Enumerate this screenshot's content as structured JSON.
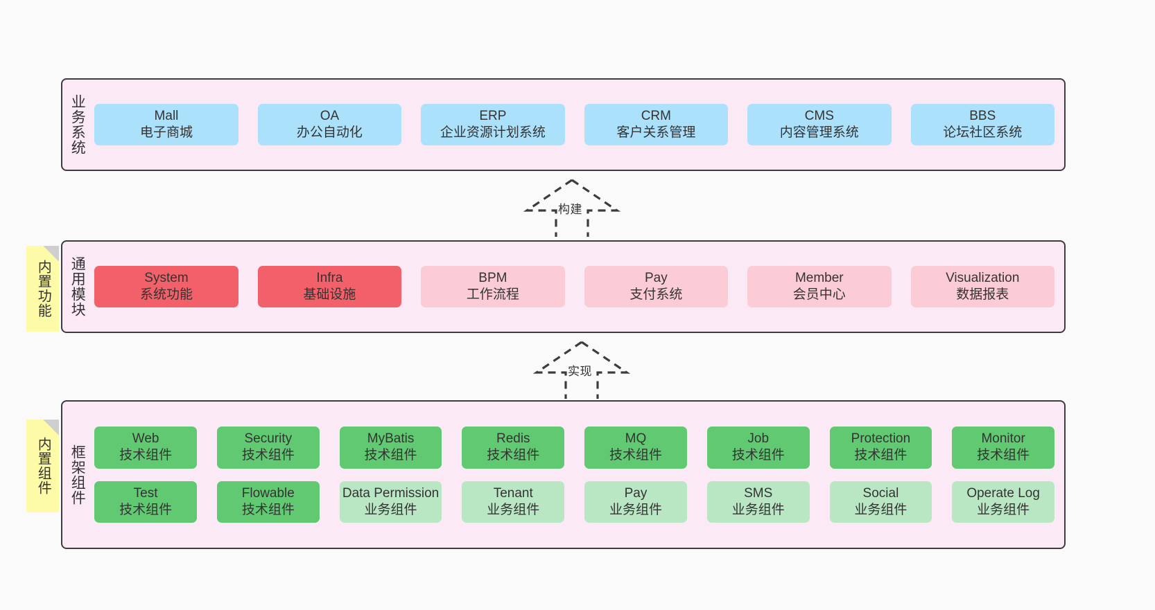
{
  "meta": {
    "title": "分层架构图",
    "colors": {
      "panel_bg": "#fbeaf5",
      "panel_border": "#3c3c3c",
      "blue": "#ace1fb",
      "red": "#f2606a",
      "pink": "#fcccd6",
      "green": "#61c971",
      "light_green": "#b9e7c4",
      "note_yellow": "#fdfaa8",
      "note_fold": "#cfcfcf",
      "canvas_bg": "#fafafa",
      "text": "#333333"
    }
  },
  "layers": {
    "business": {
      "title": "业务系统",
      "cards": [
        {
          "en": "Mall",
          "cn": "电子商城"
        },
        {
          "en": "OA",
          "cn": "办公自动化"
        },
        {
          "en": "ERP",
          "cn": "企业资源计划系统"
        },
        {
          "en": "CRM",
          "cn": "客户关系管理"
        },
        {
          "en": "CMS",
          "cn": "内容管理系统"
        },
        {
          "en": "BBS",
          "cn": "论坛社区系统"
        }
      ]
    },
    "common": {
      "title": "通用模块",
      "note": "内置功能",
      "cards": [
        {
          "en": "System",
          "cn": "系统功能",
          "style": "red"
        },
        {
          "en": "Infra",
          "cn": "基础设施",
          "style": "red"
        },
        {
          "en": "BPM",
          "cn": "工作流程",
          "style": "pink"
        },
        {
          "en": "Pay",
          "cn": "支付系统",
          "style": "pink"
        },
        {
          "en": "Member",
          "cn": "会员中心",
          "style": "pink"
        },
        {
          "en": "Visualization",
          "cn": "数据报表",
          "style": "pink"
        }
      ]
    },
    "framework": {
      "title": "框架组件",
      "note": "内置组件",
      "row1": [
        {
          "en": "Web",
          "cn": "技术组件"
        },
        {
          "en": "Security",
          "cn": "技术组件"
        },
        {
          "en": "MyBatis",
          "cn": "技术组件"
        },
        {
          "en": "Redis",
          "cn": "技术组件"
        },
        {
          "en": "MQ",
          "cn": "技术组件"
        },
        {
          "en": "Job",
          "cn": "技术组件"
        },
        {
          "en": "Protection",
          "cn": "技术组件"
        },
        {
          "en": "Monitor",
          "cn": "技术组件"
        }
      ],
      "row2": [
        {
          "en": "Test",
          "cn": "技术组件",
          "style": "green"
        },
        {
          "en": "Flowable",
          "cn": "技术组件",
          "style": "green"
        },
        {
          "en": "Data Permission",
          "cn": "业务组件",
          "style": "lightgreen"
        },
        {
          "en": "Tenant",
          "cn": "业务组件",
          "style": "lightgreen"
        },
        {
          "en": "Pay",
          "cn": "业务组件",
          "style": "lightgreen"
        },
        {
          "en": "SMS",
          "cn": "业务组件",
          "style": "lightgreen"
        },
        {
          "en": "Social",
          "cn": "业务组件",
          "style": "lightgreen"
        },
        {
          "en": "Operate Log",
          "cn": "业务组件",
          "style": "lightgreen"
        }
      ]
    }
  },
  "connectors": [
    {
      "label": "构建"
    },
    {
      "label": "实现"
    }
  ]
}
